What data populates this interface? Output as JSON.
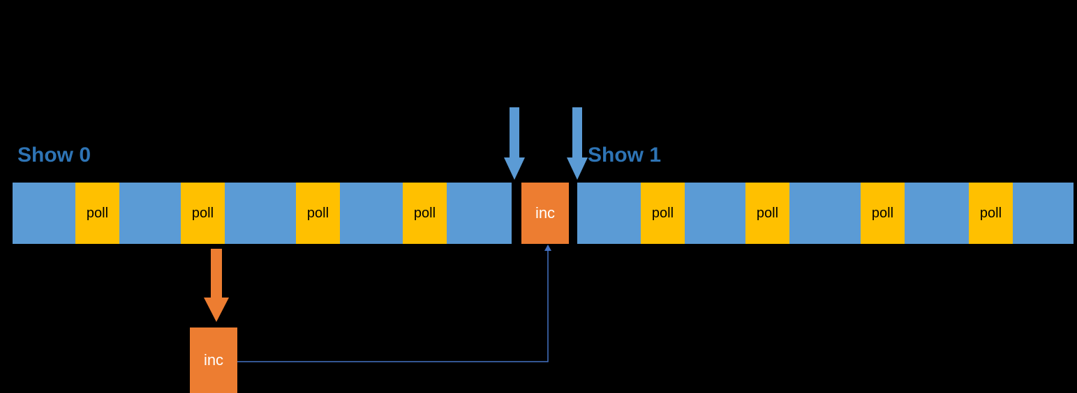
{
  "colors": {
    "background": "#000000",
    "bar_blue": "#5B9BD5",
    "poll_yellow": "#FFC000",
    "inc_orange": "#ED7D31",
    "label_blue": "#2E74B5",
    "arrow_blue": "#5B9BD5",
    "connector_blue": "#4472C4",
    "poll_text": "#000000",
    "inc_text": "#FFFFFF"
  },
  "labels": {
    "show0": "Show 0",
    "show1": "Show 1"
  },
  "timeline": {
    "left_polls": [
      "poll",
      "poll",
      "poll",
      "poll"
    ],
    "inc": "inc",
    "right_polls": [
      "poll",
      "poll",
      "poll",
      "poll"
    ]
  },
  "detail": {
    "inc": "inc"
  }
}
